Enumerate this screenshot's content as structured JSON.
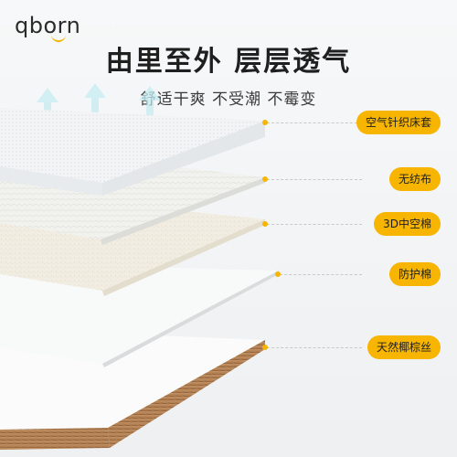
{
  "brand": {
    "name": "qborn",
    "accent": "#f7b500"
  },
  "headline": "由里至外 层层透气",
  "subline": "舒适干爽 不受潮 不霉变",
  "layers": [
    {
      "label": "空气针织床套"
    },
    {
      "label": "无纺布"
    },
    {
      "label": "3D中空棉"
    },
    {
      "label": "防护棉"
    },
    {
      "label": "天然椰棕丝"
    }
  ]
}
